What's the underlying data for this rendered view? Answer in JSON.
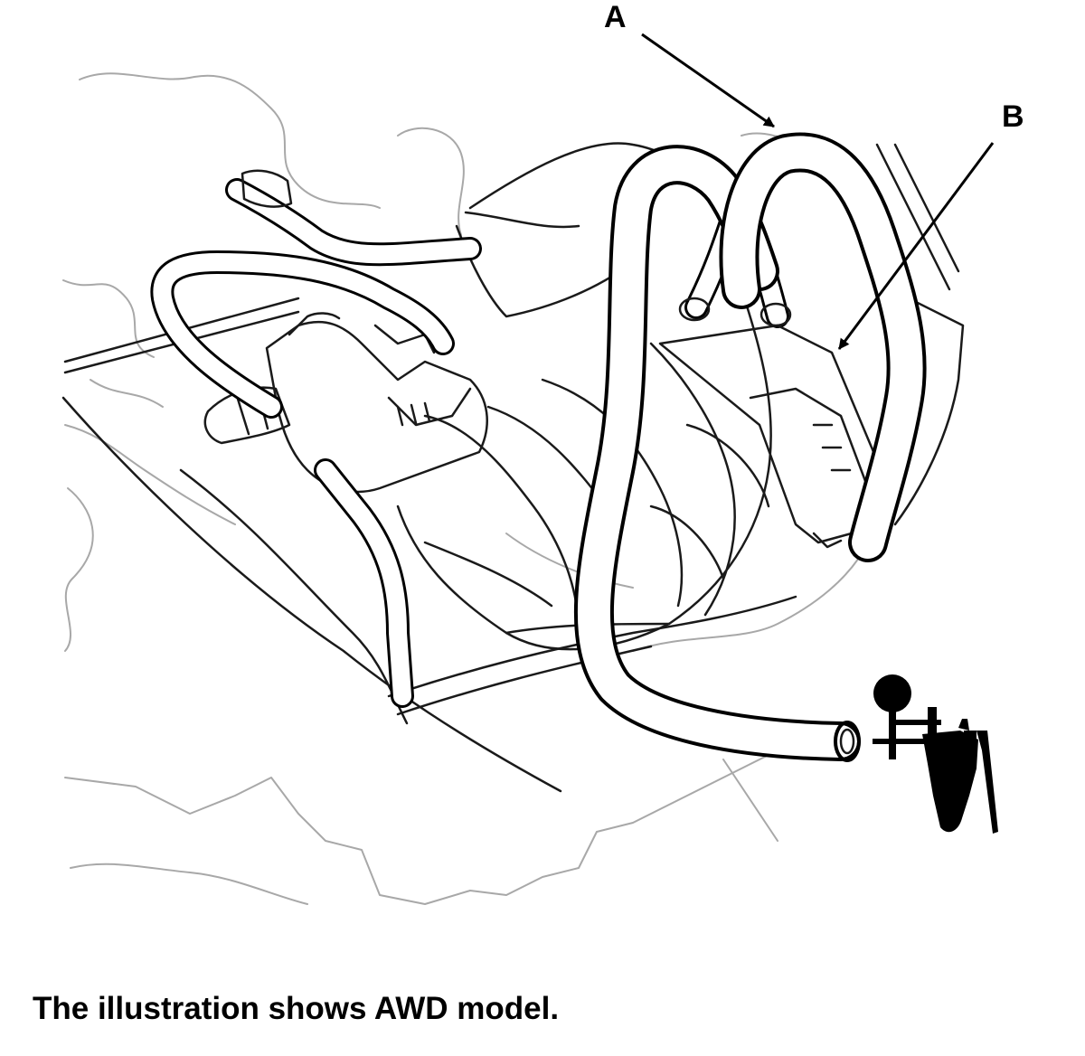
{
  "callouts": {
    "a": "A",
    "b": "B"
  },
  "caption": "The illustration shows AWD model.",
  "colors": {
    "ink": "#000000",
    "background_outline": "#a8a8a8",
    "paper": "#ffffff"
  },
  "icons": {
    "tool": "vacuum-pump-icon"
  }
}
